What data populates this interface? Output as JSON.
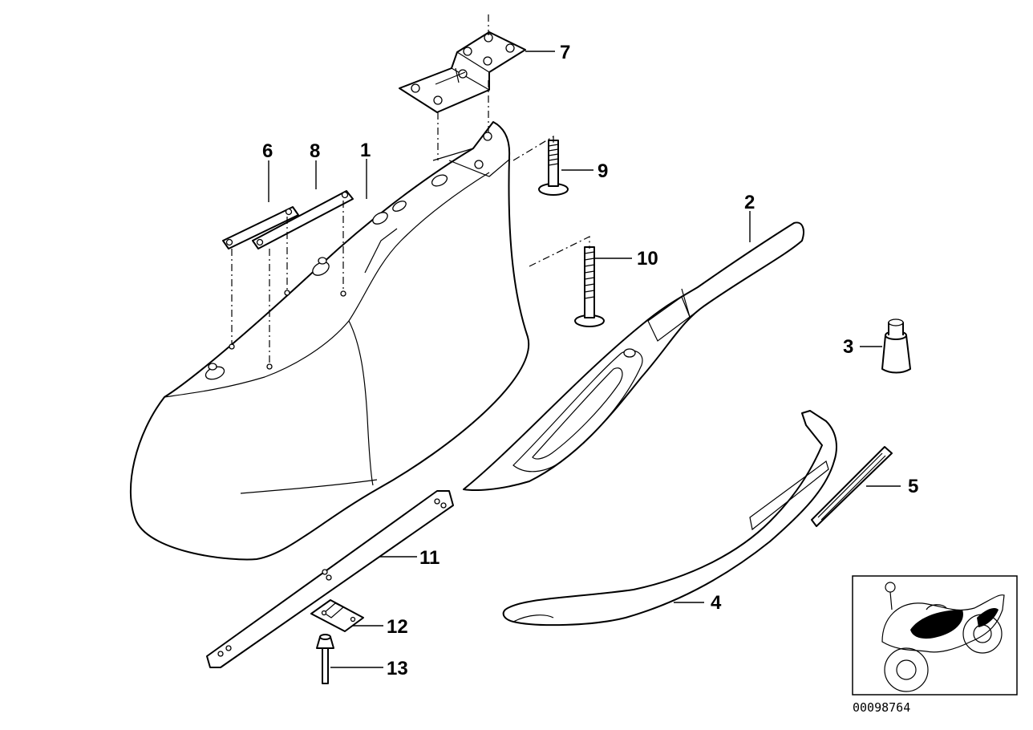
{
  "diagram": {
    "callouts": [
      "1",
      "2",
      "3",
      "4",
      "5",
      "6",
      "7",
      "8",
      "9",
      "10",
      "11",
      "12",
      "13"
    ],
    "reference_number": "00098764"
  }
}
